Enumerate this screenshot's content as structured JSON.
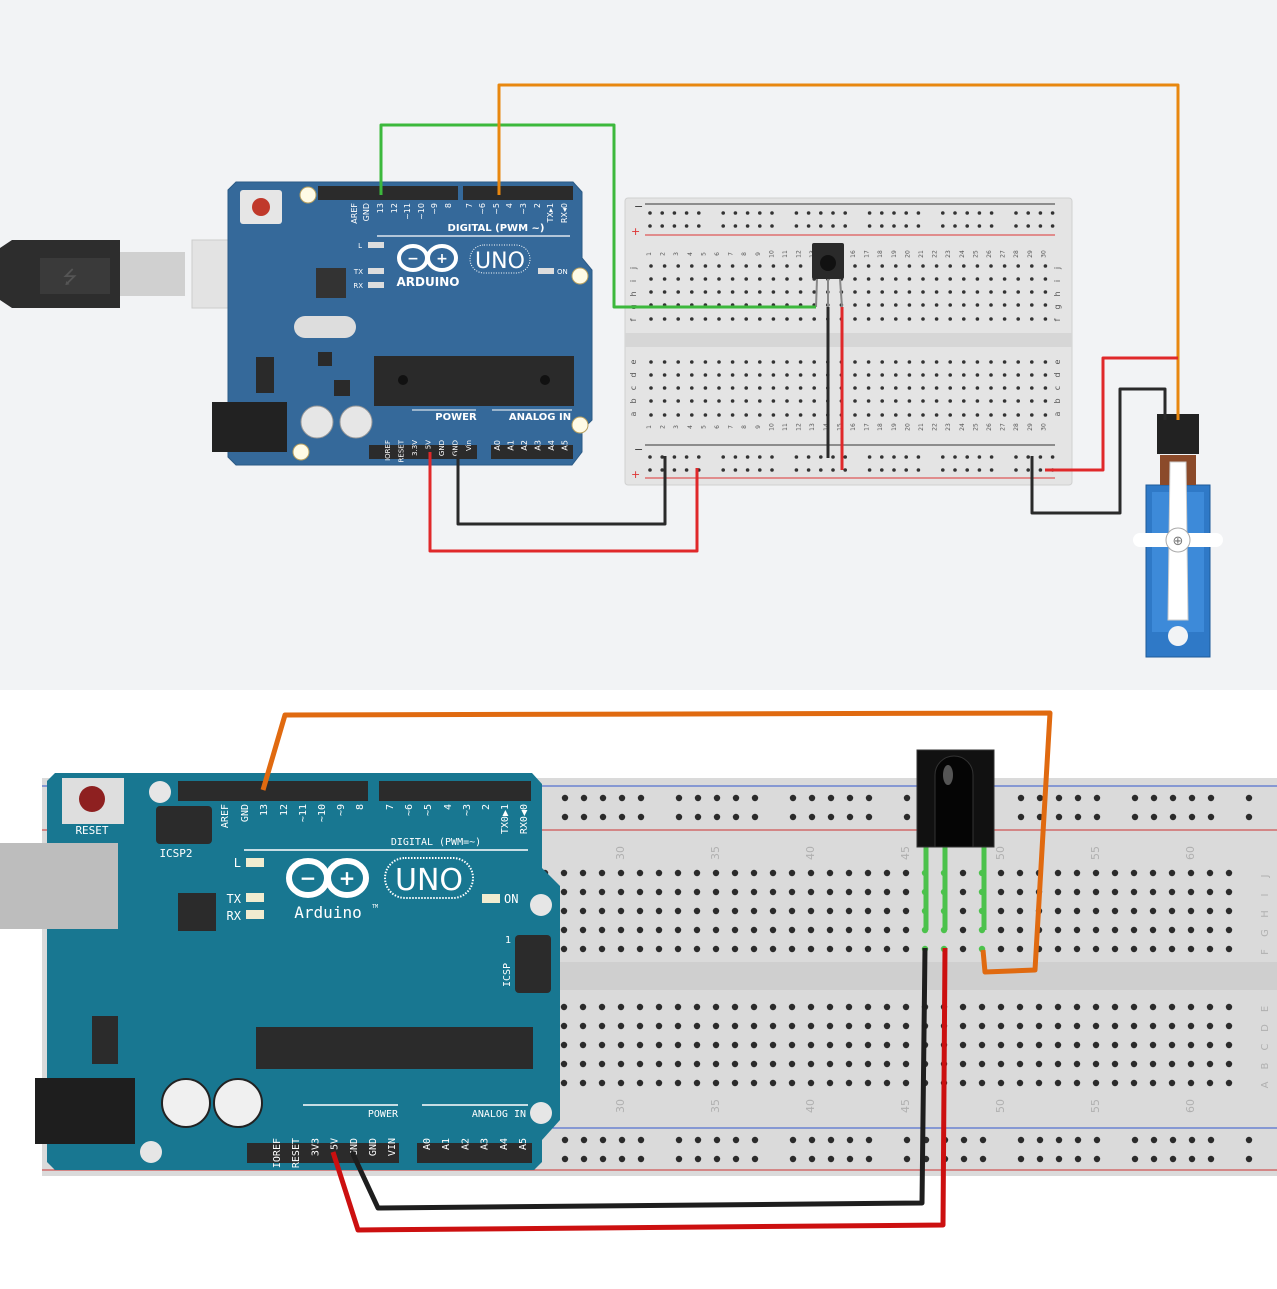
{
  "top_diagram": {
    "background": "#f2f3f5",
    "board": {
      "color": "#35699a",
      "brand": "ARDUINO",
      "model": "UNO",
      "digital_pins": [
        "AREF",
        "GND",
        "13",
        "12",
        "~11",
        "~10",
        "~9",
        "8",
        "7",
        "~6",
        "~5",
        "4",
        "~3",
        "2",
        "TX▸1",
        "RX◂0"
      ],
      "digital_label": "DIGITAL (PWM ~)",
      "power_pins": [
        "IOREF",
        "RESET",
        "3.3V",
        "5V",
        "GND",
        "GND",
        "Vin"
      ],
      "power_label": "POWER",
      "analog_pins": [
        "A0",
        "A1",
        "A2",
        "A3",
        "A4",
        "A5"
      ],
      "analog_label": "ANALOG IN",
      "leds": {
        "l": "L",
        "tx": "TX",
        "rx": "RX",
        "on": "ON"
      }
    },
    "breadboard": {
      "columns": [
        "1",
        "2",
        "3",
        "4",
        "5",
        "6",
        "7",
        "8",
        "9",
        "10",
        "11",
        "12",
        "13",
        "14",
        "15",
        "16",
        "17",
        "18",
        "19",
        "20",
        "21",
        "22",
        "23",
        "24",
        "25",
        "26",
        "27",
        "28",
        "29",
        "30"
      ],
      "rows_upper": [
        "j",
        "i",
        "h",
        "g",
        "f"
      ],
      "rows_lower": [
        "e",
        "d",
        "c",
        "b",
        "a"
      ],
      "rail_minus": "−",
      "rail_plus": "+"
    },
    "wire_colors": {
      "signal_ir": "#3cb83c",
      "signal_servo": "#e8870f",
      "ground": "#2a2a2a",
      "power": "#e0282a"
    }
  },
  "bottom_diagram": {
    "background": "#ffffff",
    "board": {
      "color": "#187791",
      "brand": "Arduino",
      "trademark": "TM",
      "model": "UNO",
      "reset_label": "RESET",
      "icsp2_label": "ICSP2",
      "icsp_label": "ICSP",
      "icsp_pin1": "1",
      "digital_pins": [
        "AREF",
        "GND",
        "13",
        "12",
        "~11",
        "~10",
        "~9",
        "8",
        "7",
        "~6",
        "~5",
        "4",
        "~3",
        "2",
        "TX0▶1",
        "RX0◀0"
      ],
      "digital_label": "DIGITAL (PWM=~)",
      "power_pins": [
        "IOREF",
        "RESET",
        "3V3",
        "5V",
        "GND",
        "GND",
        "VIN"
      ],
      "power_label": "POWER",
      "analog_pins": [
        "A0",
        "A1",
        "A2",
        "A3",
        "A4",
        "A5"
      ],
      "analog_label": "ANALOG IN",
      "leds": {
        "l": "L",
        "tx": "TX",
        "rx": "RX",
        "on": "ON"
      }
    },
    "breadboard": {
      "column_numbers": [
        "30",
        "35",
        "40",
        "45",
        "50",
        "55",
        "60"
      ],
      "rows_upper": [
        "J",
        "I",
        "H",
        "G",
        "F"
      ],
      "rows_lower": [
        "E",
        "D",
        "C",
        "B",
        "A"
      ]
    },
    "wire_colors": {
      "signal": "#e06a10",
      "ground": "#1e1e1e",
      "power": "#cc1010",
      "connected_hole": "#4cc24c"
    }
  }
}
